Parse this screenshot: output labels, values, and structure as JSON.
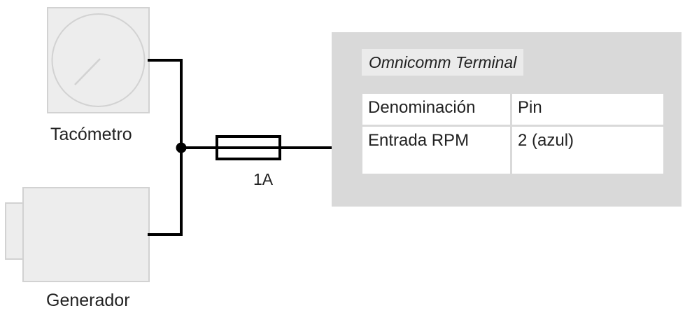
{
  "devices": {
    "tachometer_label": "Tacómetro",
    "generator_label": "Generador"
  },
  "fuse": {
    "label": "1A"
  },
  "terminal": {
    "title": "Omnicomm Terminal",
    "table": {
      "headers": [
        "Denominación",
        "Pin"
      ],
      "rows": [
        [
          "Entrada RPM",
          "2 (azul)"
        ]
      ]
    }
  },
  "colors": {
    "device_fill": "#ededed",
    "device_stroke": "#d2d2d2",
    "terminal_fill": "#d9d9d9",
    "wire": "#000000"
  }
}
